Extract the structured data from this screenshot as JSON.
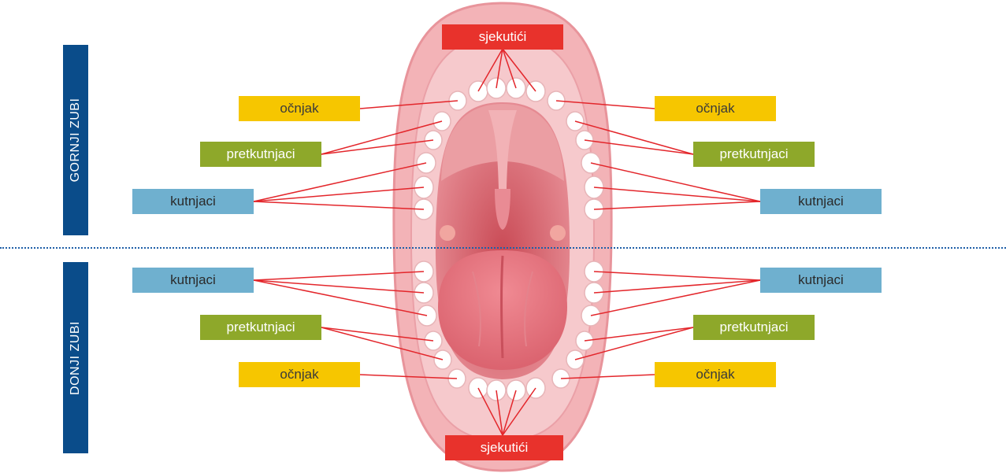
{
  "upper_section": {
    "label": "GORNJI ZUBI"
  },
  "lower_section": {
    "label": "DONJI ZUBI"
  },
  "upper": {
    "incisors": "sjekutići",
    "canine_left": "očnjak",
    "canine_right": "očnjak",
    "premolars_left": "pretkutnjaci",
    "premolars_right": "pretkutnjaci",
    "molars_left": "kutnjaci",
    "molars_right": "kutnjaci"
  },
  "lower": {
    "incisors": "sjekutići",
    "canine_left": "očnjak",
    "canine_right": "očnjak",
    "premolars_left": "pretkutnjaci",
    "premolars_right": "pretkutnjaci",
    "molars_left": "kutnjaci",
    "molars_right": "kutnjaci"
  },
  "colors": {
    "incisors": "#e8322c",
    "canine": "#f6c600",
    "premolars": "#8ea82a",
    "molars": "#6fb0cf",
    "section_bar": "#0a4c8a",
    "leader_line": "#e3262b",
    "divider": "#1f5fa8"
  }
}
